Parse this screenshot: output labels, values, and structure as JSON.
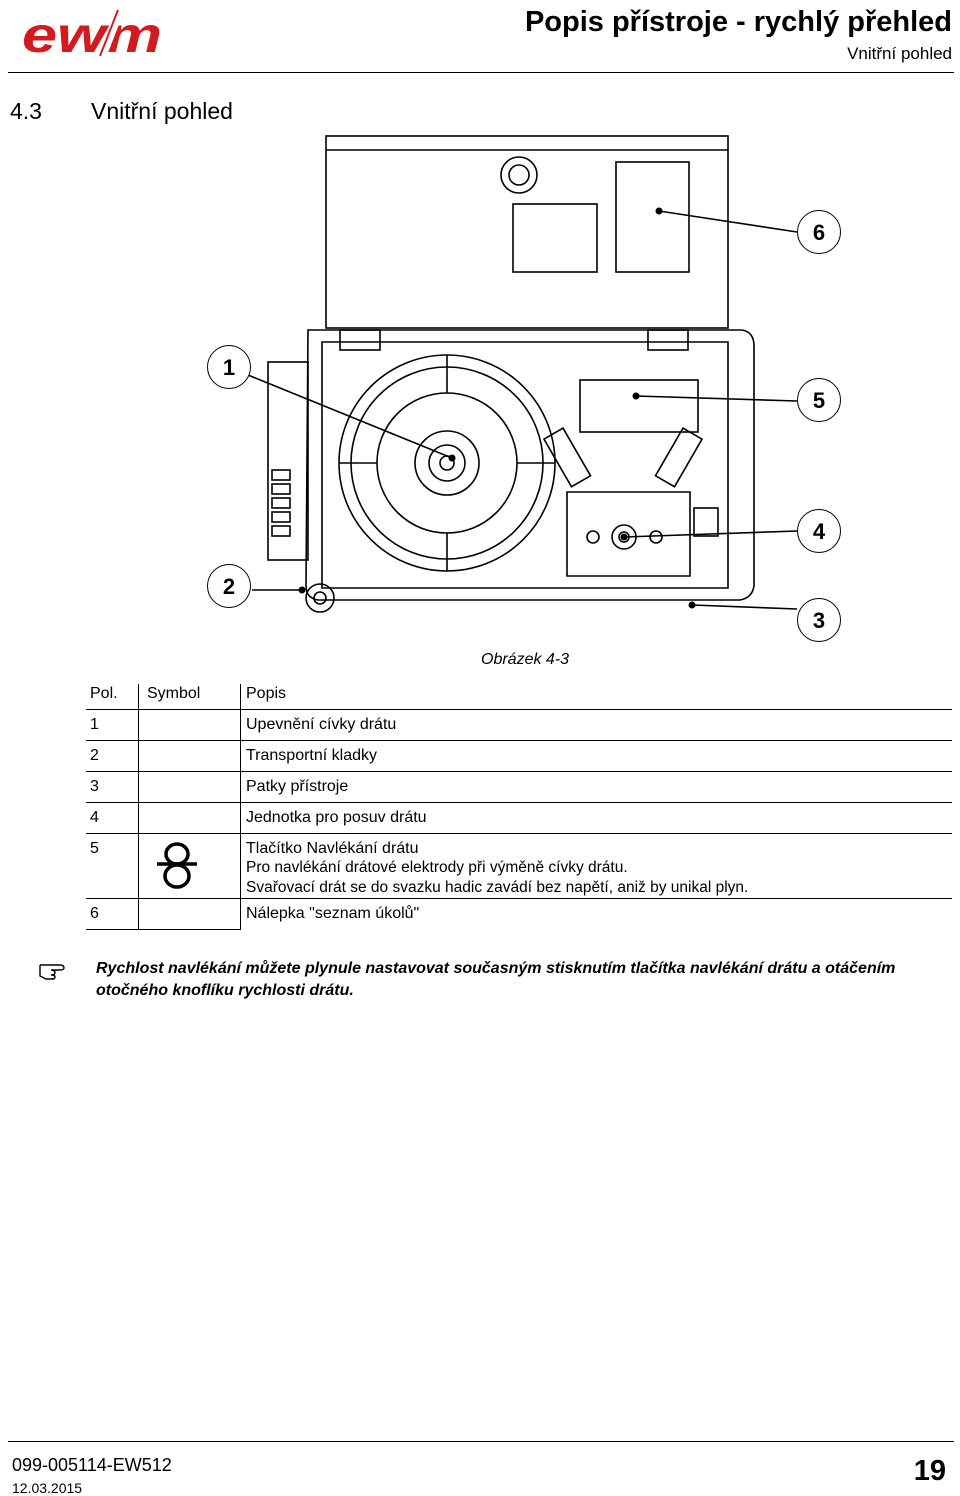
{
  "header": {
    "logo_text": "ewm",
    "title": "Popis přístroje - rychlý přehled",
    "subtitle": "Vnitřní pohled"
  },
  "section": {
    "number": "4.3",
    "title": "Vnitřní pohled"
  },
  "figure": {
    "caption": "Obrázek 4-3",
    "callouts": [
      "1",
      "2",
      "3",
      "4",
      "5",
      "6"
    ]
  },
  "legend": {
    "headers": {
      "pos": "Pol.",
      "symbol": "Symbol",
      "desc": "Popis"
    },
    "rows": [
      {
        "pos": "1",
        "title": "Upevnění cívky drátu"
      },
      {
        "pos": "2",
        "title": "Transportní kladky"
      },
      {
        "pos": "3",
        "title": "Patky přístroje"
      },
      {
        "pos": "4",
        "title": "Jednotka pro posuv drátu"
      },
      {
        "pos": "5",
        "title": "Tlačítko Navlékání drátu",
        "desc1": "Pro navlékání drátové elektrody při výměně cívky drátu.",
        "desc2": "Svařovací drát se do svazku hadic zavádí bez napětí, aniž by unikal plyn.",
        "symbol_icon": "wire-threading-icon"
      },
      {
        "pos": "6",
        "title": "Nálepka \"seznam úkolů\""
      }
    ]
  },
  "note": {
    "icon": "pointing-hand-icon",
    "text": "Rychlost navlékání můžete plynule nastavovat současným stisknutím tlačítka navlékání drátu a otáčením otočného knoflíku rychlosti drátu."
  },
  "footer": {
    "doc_number": "099-005114-EW512",
    "date": "12.03.2015",
    "page": "19"
  }
}
